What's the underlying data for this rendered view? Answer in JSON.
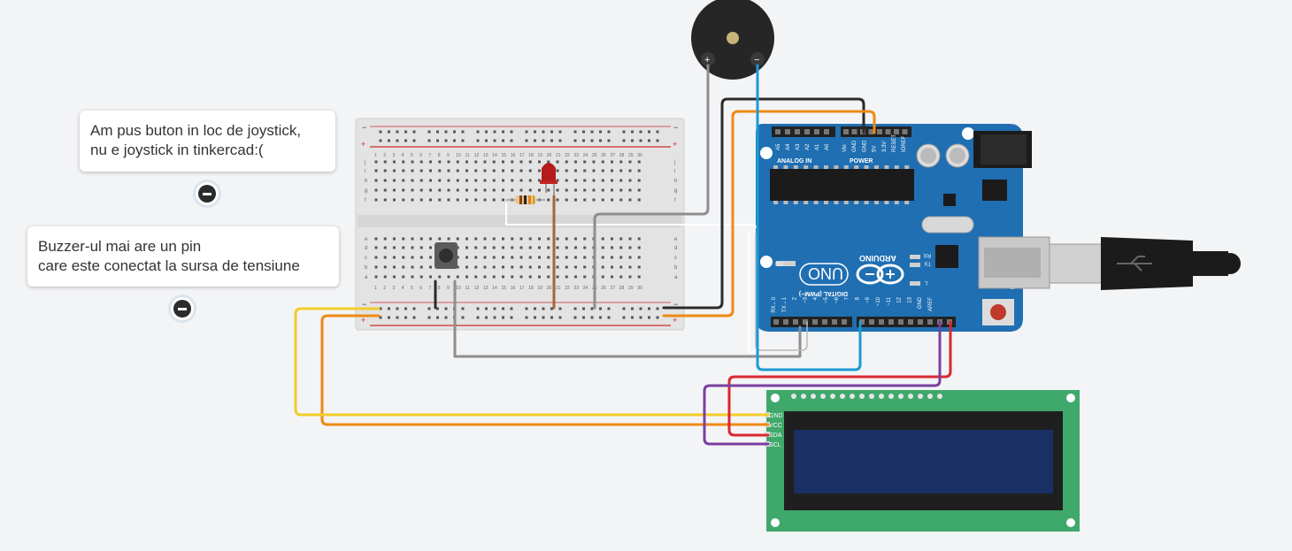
{
  "notes": [
    {
      "lines": [
        "Am pus buton in loc de joystick,",
        "nu e joystick in tinkercad:("
      ]
    },
    {
      "lines": [
        "Buzzer-ul mai are un pin",
        "care este conectat la sursa de tensiune"
      ]
    }
  ],
  "buzzer": {
    "plus": "+",
    "minus": "−"
  },
  "breadboard": {
    "rail_plus": "+",
    "rail_minus": "−",
    "rows_top": [
      "j",
      "i",
      "h",
      "g",
      "f"
    ],
    "rows_bottom": [
      "e",
      "d",
      "c",
      "b",
      "a"
    ],
    "columns": [
      "1",
      "2",
      "3",
      "4",
      "5",
      "6",
      "7",
      "8",
      "9",
      "10",
      "11",
      "12",
      "13",
      "14",
      "15",
      "16",
      "17",
      "18",
      "19",
      "20",
      "21",
      "22",
      "23",
      "24",
      "25",
      "26",
      "27",
      "28",
      "29",
      "30"
    ]
  },
  "arduino": {
    "analog_label": "ANALOG IN",
    "analog_pins": [
      "A5",
      "A4",
      "A3",
      "A2",
      "A1",
      "A0"
    ],
    "power_label": "POWER",
    "power_pins": [
      "Vin",
      "GND",
      "GND",
      "5V",
      "3.3V",
      "RESET",
      "IOREF"
    ],
    "brand": "ARDUINO",
    "model": "UNO",
    "on_label": "ON",
    "led_labels": [
      "RX",
      "TX",
      "L"
    ],
    "digital_label": "DIGITAL (PWM~)",
    "digital_pins": [
      "RX←0",
      "TX→1",
      "2",
      "~3",
      "4",
      "~5",
      "~6",
      "7",
      "8",
      "~9",
      "~10",
      "~11",
      "12",
      "13",
      "GND",
      "AREF"
    ]
  },
  "lcd": {
    "pins": [
      "GND",
      "VCC",
      "SDA",
      "SCL"
    ]
  },
  "colors": {
    "wire_yellow": "#f2cc2a",
    "wire_orange": "#ef8a14",
    "wire_black": "#2b2b2b",
    "wire_gray": "#8e8e8e",
    "wire_blue": "#1c9ad6",
    "wire_red": "#d9282f",
    "wire_purple": "#7b3fa0",
    "wire_brown": "#a0683a",
    "arduino_blue": "#1f6fb2",
    "lcd_green": "#3fa86b"
  }
}
